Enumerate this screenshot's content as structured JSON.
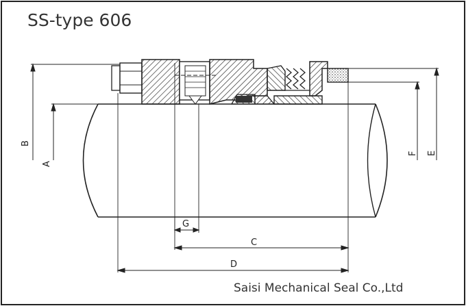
{
  "title": "SS-type 606",
  "company": "Saisi Mechanical Seal Co.,Ltd",
  "dimension_labels": {
    "a": "A",
    "b": "B",
    "c": "C",
    "d": "D",
    "e": "E",
    "f": "F",
    "g": "G"
  }
}
